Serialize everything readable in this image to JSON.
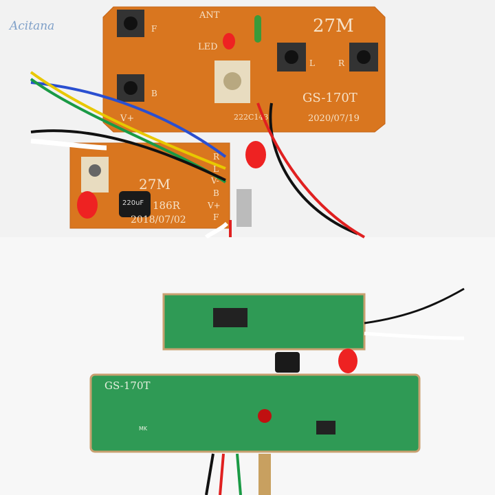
{
  "watermark": "Acitana",
  "top_photo": {
    "transmitter_board": {
      "labels": {
        "ant": "ANT",
        "freq": "27M",
        "led": "LED",
        "f": "F",
        "b": "B",
        "l": "L",
        "r": "R",
        "vplus": "V+",
        "model": "GS-170T",
        "date": "2020/07/19",
        "code": "222C143"
      },
      "color": "#d9761f"
    },
    "receiver_board": {
      "labels": {
        "freq": "27M",
        "model": "186R",
        "date": "2018/07/02",
        "capacitor": "220uF",
        "pins": [
          "R",
          "L",
          "V-",
          "B",
          "V+",
          "F"
        ]
      },
      "color": "#d9761f"
    }
  },
  "bottom_photo": {
    "board_label": "GS-170T",
    "mk_label": "MK",
    "color": "#2f9a55"
  }
}
